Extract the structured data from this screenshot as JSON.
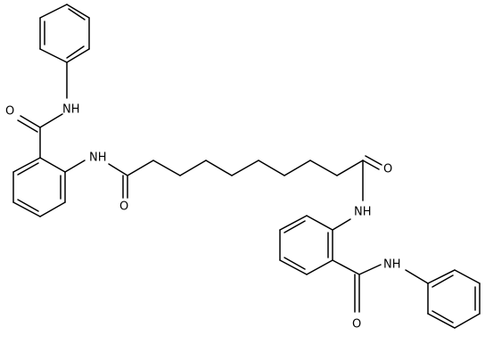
{
  "labels": {
    "nh_top_amide": "NH",
    "o_top_amide": "O",
    "nh_left_linker": "NH",
    "o_left_linker": "O",
    "o_right_linker": "O",
    "nh_right_linker": "NH",
    "nh_bottom_amide": "NH",
    "o_bottom_amide": "O"
  }
}
